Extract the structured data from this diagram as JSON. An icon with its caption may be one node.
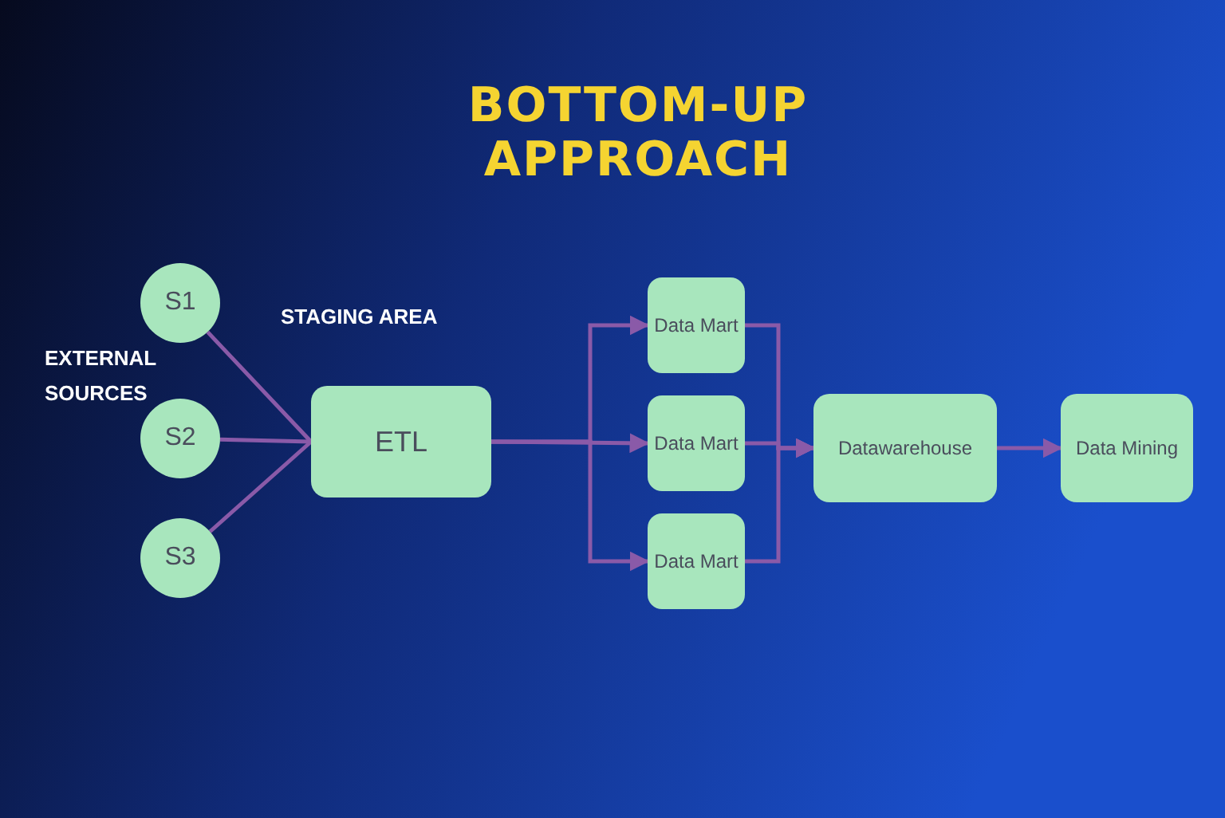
{
  "diagram": {
    "title": "BOTTOM-UP APPROACH",
    "nodes": [
      {
        "text": [
          "S1"
        ]
      },
      {
        "text": [
          "S2"
        ]
      },
      {
        "text": [
          "S3"
        ]
      },
      {
        "text": [
          "ETL"
        ]
      },
      {
        "text": [
          "Data Mart"
        ]
      },
      {
        "text": [
          "Data Mart"
        ]
      },
      {
        "text": [
          "Data Mart"
        ]
      },
      {
        "text": [
          "Datawarehouse"
        ]
      },
      {
        "text": [
          "Data Mining"
        ]
      }
    ],
    "edges": [
      {
        "from": 0,
        "to": 3,
        "arrow": "none"
      },
      {
        "from": 1,
        "to": 3,
        "arrow": "none"
      },
      {
        "from": 2,
        "to": 3,
        "arrow": "none"
      },
      {
        "from": 3,
        "to": 4,
        "arrow": "to"
      },
      {
        "from": 3,
        "to": 5,
        "arrow": "to"
      },
      {
        "from": 3,
        "to": 6,
        "arrow": "to"
      },
      {
        "from": 4,
        "to": 7,
        "arrow": "to"
      },
      {
        "from": 5,
        "to": 7,
        "arrow": "to"
      },
      {
        "from": 6,
        "to": 7,
        "arrow": "to"
      },
      {
        "from": 7,
        "to": 8,
        "arrow": "to"
      }
    ],
    "labels": [
      "STAGING AREA",
      "EXTERNAL SOURCES"
    ]
  }
}
